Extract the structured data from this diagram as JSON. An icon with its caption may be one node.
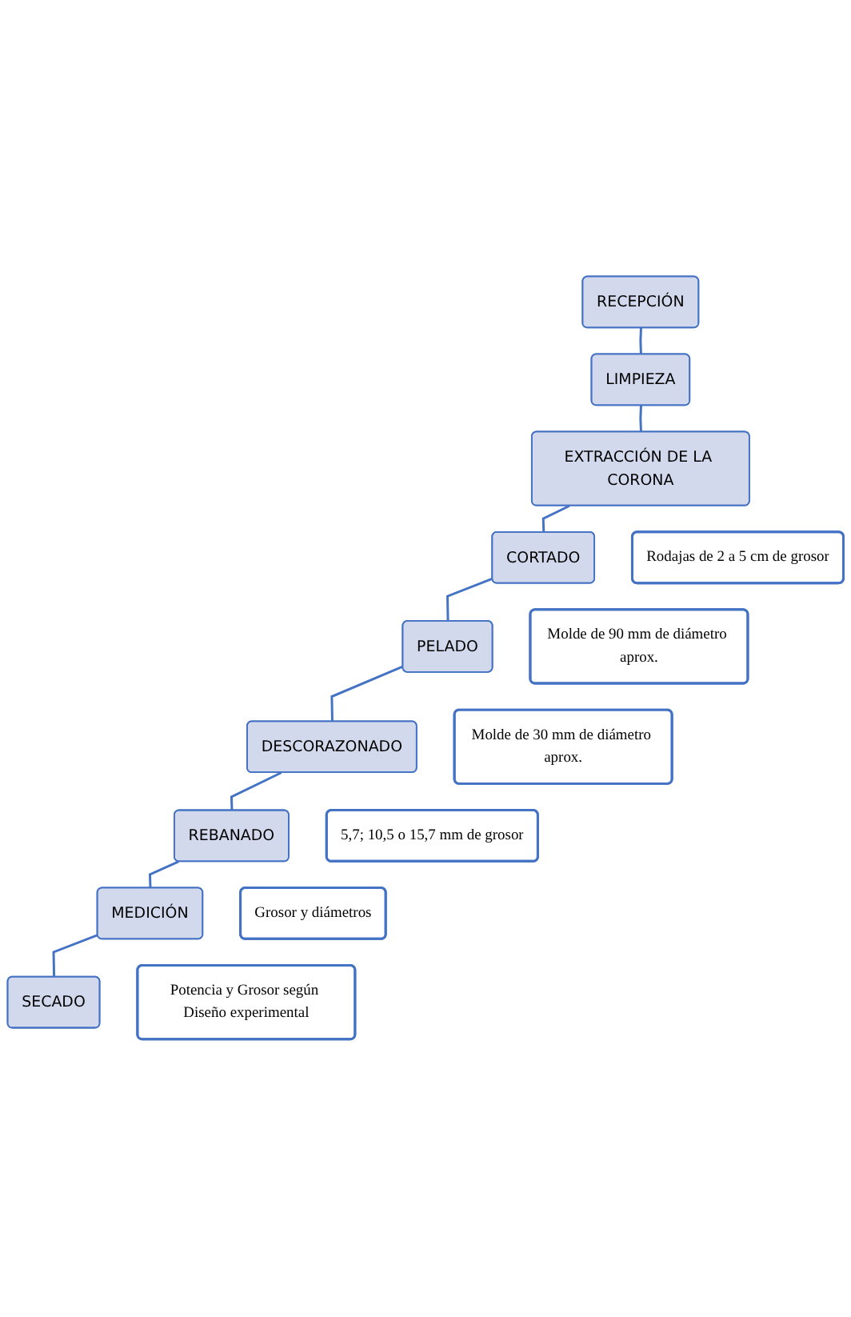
{
  "diagram": {
    "nodes": [
      {
        "text": [
          "RECEPCIÓN"
        ]
      },
      {
        "text": [
          "LIMPIEZA"
        ]
      },
      {
        "text": [
          "EXTRACCIÓN DE LA CORONA"
        ]
      },
      {
        "text": [
          "CORTADO"
        ]
      },
      {
        "text": [
          "PELADO"
        ]
      },
      {
        "text": [
          "DESCORAZONADO"
        ]
      },
      {
        "text": [
          "REBANADO"
        ]
      },
      {
        "text": [
          "MEDICIÓN"
        ]
      },
      {
        "text": [
          "SECADO"
        ]
      },
      {
        "text": [
          "Rodajas de 2 a 5 cm de grosor"
        ]
      },
      {
        "text": [
          "Molde de 90 mm de diámetro aprox."
        ]
      },
      {
        "text": [
          "Molde de 30 mm de diámetro aprox."
        ]
      },
      {
        "text": [
          "5,7; 10,5 o 15,7 mm de grosor"
        ]
      },
      {
        "text": [
          "Grosor y diámetros"
        ]
      },
      {
        "text": [
          "Potencia y Grosor según Diseño experimental"
        ]
      }
    ],
    "edges": [
      {
        "from": 0,
        "to": 1,
        "arrow": "none"
      },
      {
        "from": 1,
        "to": 2,
        "arrow": "none"
      },
      {
        "from": 2,
        "to": 3,
        "arrow": "none"
      },
      {
        "from": 3,
        "to": 4,
        "arrow": "none"
      },
      {
        "from": 4,
        "to": 5,
        "arrow": "none"
      },
      {
        "from": 5,
        "to": 6,
        "arrow": "none"
      },
      {
        "from": 6,
        "to": 7,
        "arrow": "none"
      },
      {
        "from": 7,
        "to": 8,
        "arrow": "none"
      }
    ]
  }
}
